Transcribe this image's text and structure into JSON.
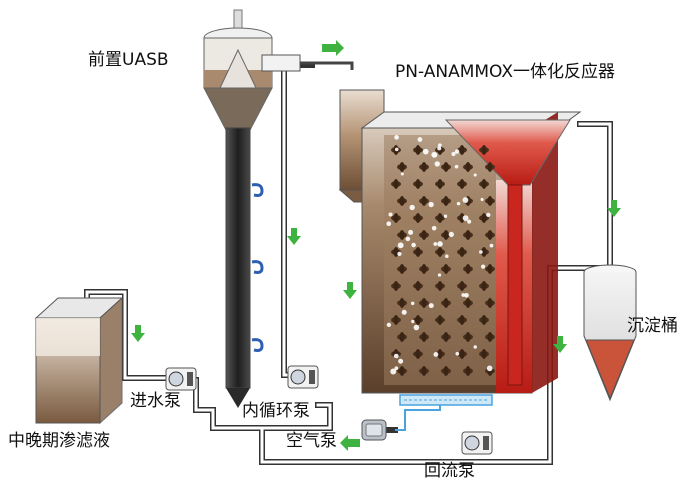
{
  "labels": {
    "pre_uasb": "前置UASB",
    "reactor": "PN-ANAMMOX一体化反应器",
    "settler": "沉淀桶",
    "feed_pump": "进水泵",
    "recirc_pump": "内循环泵",
    "air_pump": "空气泵",
    "return_pump": "回流泵",
    "leachate": "中晚期渗滤液"
  },
  "colors": {
    "flow_arrow": "#3fb33f",
    "sludge_brown": "#8a6a4a",
    "anammox_red": "#c8261e",
    "aeration_blue": "#4aa3df",
    "uasb_dark": "#2a2a2a"
  },
  "icons": [
    "pump-icon",
    "air-pump-icon",
    "flow-arrow-icon",
    "sampling-tap-icon",
    "biocarrier-icon"
  ]
}
